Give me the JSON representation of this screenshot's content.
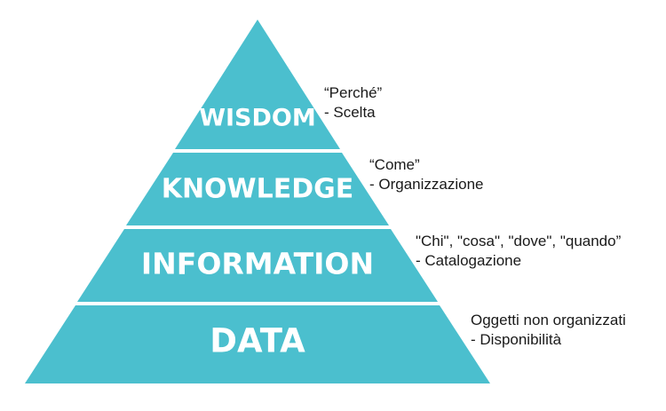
{
  "fill_color": "#4bbfce",
  "separator_color": "#ffffff",
  "tiers": [
    {
      "label": "WISDOM",
      "note_line1": "“Perché”",
      "note_line2": "- Scelta"
    },
    {
      "label": "KNOWLEDGE",
      "note_line1": "“Come”",
      "note_line2": "- Organizzazione"
    },
    {
      "label": "INFORMATION",
      "note_line1": "\"Chi\", \"cosa\", \"dove\", \"quando”",
      "note_line2": "- Catalogazione"
    },
    {
      "label": "DATA",
      "note_line1": "Oggetti non organizzati",
      "note_line2": "- Disponibilità"
    }
  ]
}
